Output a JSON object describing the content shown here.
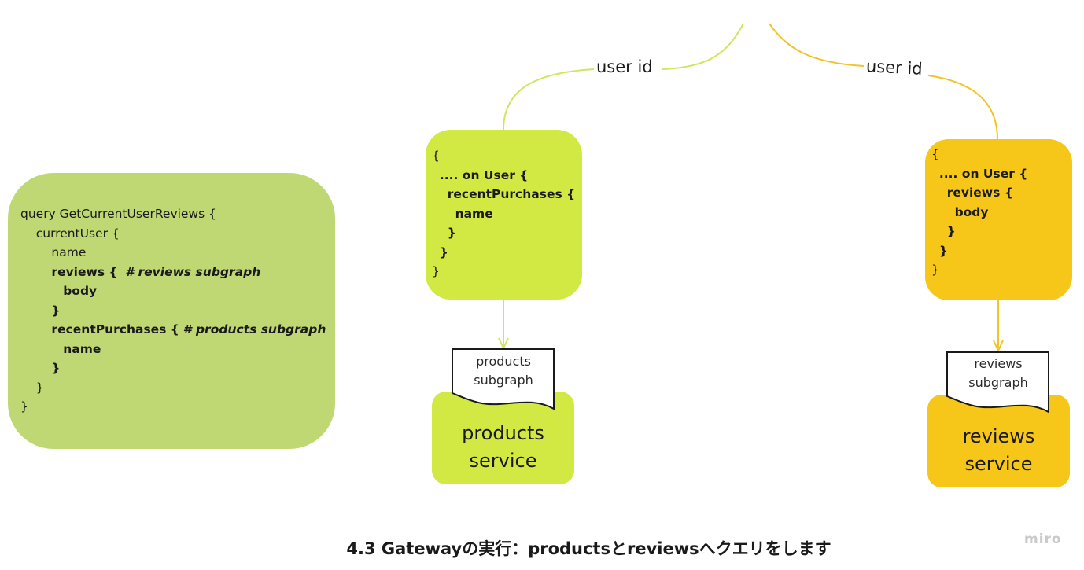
{
  "query_block": {
    "lines": [
      "query GetCurrentUserReviews {",
      "currentUser {",
      "name",
      "reviews {",
      "# reviews subgraph",
      "body",
      "}",
      "recentPurchases {",
      "# products subgraph",
      "name",
      "}",
      "}",
      "}"
    ]
  },
  "products_fragment": {
    "lines": [
      "{",
      ".... on User {",
      "recentPurchases {",
      "name",
      "}",
      "}",
      "}"
    ]
  },
  "reviews_fragment": {
    "lines": [
      "{",
      ".... on User {",
      "reviews {",
      "body",
      "}",
      "}",
      "}"
    ]
  },
  "edges": {
    "left_label": "user id",
    "right_label": "user id"
  },
  "products_subgraph": {
    "line1": "products",
    "line2": "subgraph"
  },
  "reviews_subgraph": {
    "line1": "reviews",
    "line2": "subgraph"
  },
  "products_service": {
    "line1": "products",
    "line2": "service"
  },
  "reviews_service": {
    "line1": "reviews",
    "line2": "service"
  },
  "caption": "4.3 Gatewayの実行：productsとreviewsへクエリをします",
  "brand": "miro",
  "colors": {
    "query_fill": "#c0d873",
    "products_fill": "#d2e843",
    "reviews_fill": "#f6c618",
    "products_line": "#cfe660",
    "reviews_line": "#f0c42a"
  }
}
